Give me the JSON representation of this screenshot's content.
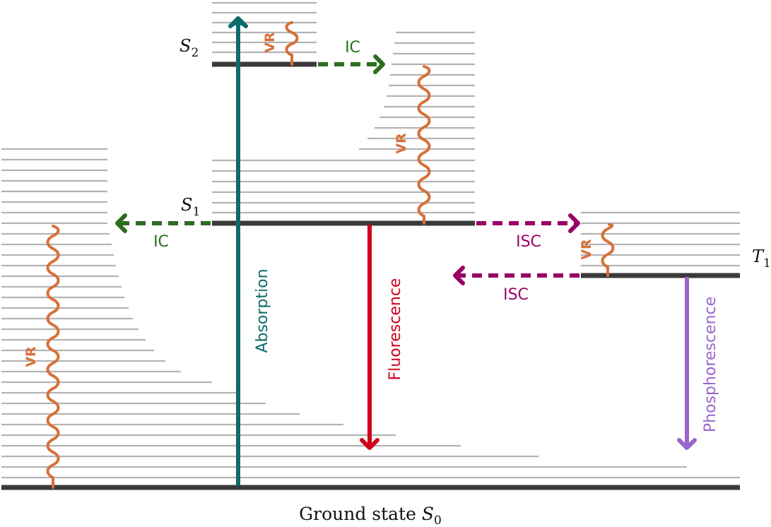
{
  "diagram": {
    "states": {
      "s2": {
        "symbol": "S",
        "subscript": "2"
      },
      "s1": {
        "symbol": "S",
        "subscript": "1"
      },
      "t1": {
        "symbol": "T",
        "subscript": "1"
      },
      "ground": {
        "text": "Ground state ",
        "symbol": "S",
        "subscript": "0"
      }
    },
    "processes": {
      "absorption": "Absorption",
      "fluorescence": "Fluorescence",
      "phosphorescence": "Phosphorescence",
      "ic": "IC",
      "isc": "ISC",
      "vr": "VR"
    },
    "colors": {
      "absorption": "#0e6b6b",
      "fluorescence": "#d0021b",
      "phosphorescence": "#9966cc",
      "internal_conversion": "#2a6e1e",
      "intersystem_crossing": "#990066",
      "vibrational_relaxation": "#d6703a",
      "electronic_level": "#3a3a3a",
      "vibrational_level": "#b3b3b3"
    }
  }
}
